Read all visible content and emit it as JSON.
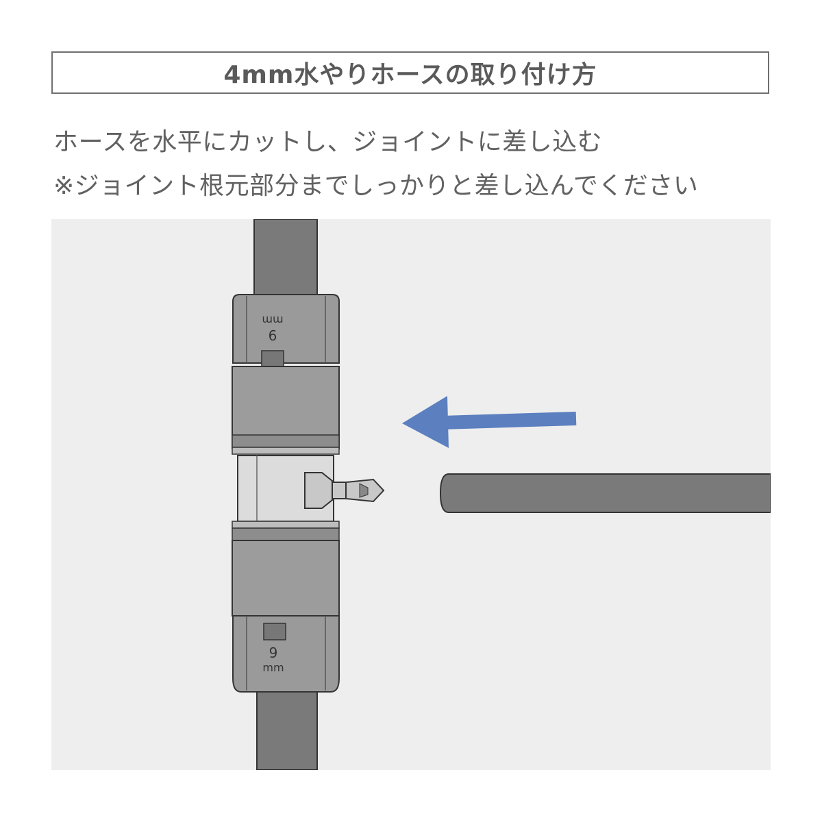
{
  "title": "4mm水やりホースの取り付け方",
  "instructions": [
    "ホースを水平にカットし、ジョイントに差し込む",
    "※ジョイント根元部分までしっかりと差し込んでください"
  ],
  "illustration": {
    "top_connector": {
      "size_number": "9",
      "size_unit": "mm"
    },
    "bottom_connector": {
      "size_number": "9",
      "size_unit": "mm"
    }
  },
  "colors": {
    "title_border": "#6f6f6f",
    "text": "#616161",
    "panel_bg": "#eeeeee",
    "hose": "#7a7a7a",
    "connector": "#999999",
    "arrow": "#5b7fbf"
  }
}
